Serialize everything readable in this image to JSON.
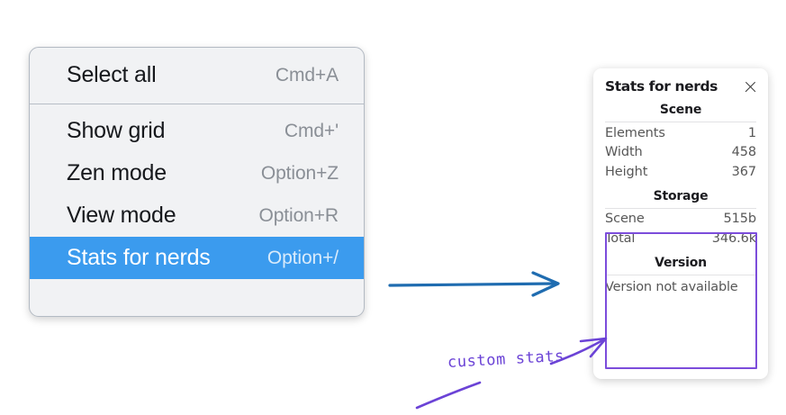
{
  "context_menu": {
    "groups": [
      {
        "items": [
          {
            "label": "Select all",
            "shortcut": "Cmd+A",
            "selected": false
          }
        ]
      },
      {
        "items": [
          {
            "label": "Show grid",
            "shortcut": "Cmd+'",
            "selected": false
          },
          {
            "label": "Zen mode",
            "shortcut": "Option+Z",
            "selected": false
          },
          {
            "label": "View mode",
            "shortcut": "Option+R",
            "selected": false
          },
          {
            "label": "Stats for nerds",
            "shortcut": "Option+/",
            "selected": true
          }
        ]
      }
    ],
    "selected_color": "#3b9bee"
  },
  "stats_panel": {
    "title": "Stats for nerds",
    "close_icon": "close-icon",
    "sections": [
      {
        "name": "Scene",
        "rows": [
          {
            "label": "Elements",
            "value": "1"
          },
          {
            "label": "Width",
            "value": "458"
          },
          {
            "label": "Height",
            "value": "367"
          }
        ]
      },
      {
        "name": "Storage",
        "rows": [
          {
            "label": "Scene",
            "value": "515b"
          },
          {
            "label": "Total",
            "value": "346.6k"
          }
        ]
      },
      {
        "name": "Version",
        "note": "Version not available"
      }
    ],
    "highlight_color": "#7c4ddb"
  },
  "annotations": {
    "flow_arrow_color": "#1f6cb0",
    "callout_label": "custom stats",
    "callout_color": "#6b43d6"
  }
}
